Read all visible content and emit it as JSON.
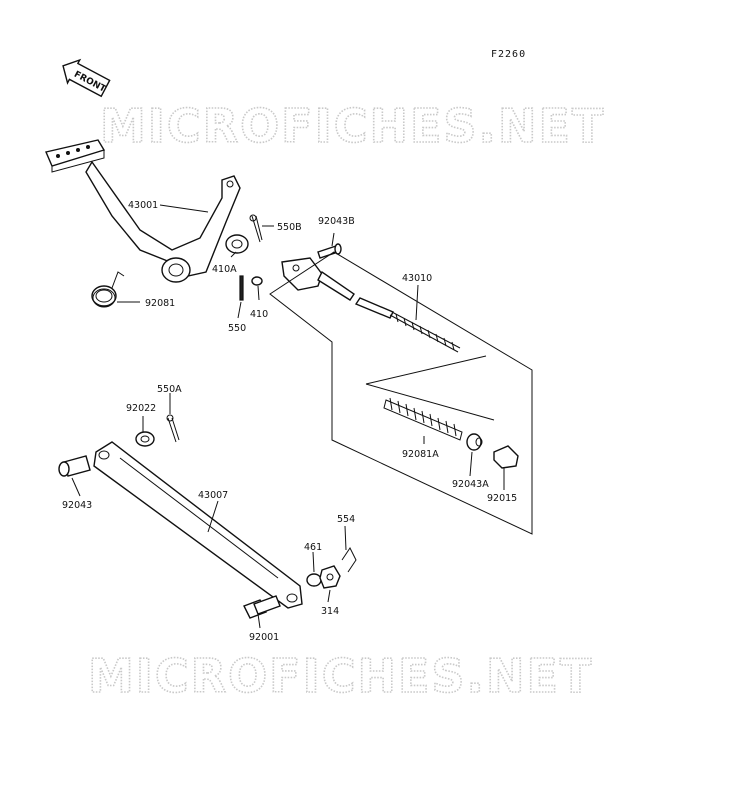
{
  "figure_code": "F2260",
  "front_arrow_text": "FRONT",
  "watermark": "MICROFICHES.NET",
  "labels": {
    "l43001": "43001",
    "l550B": "550B",
    "l92043B": "92043B",
    "l43010": "43010",
    "l410A": "410A",
    "l410": "410",
    "l550": "550",
    "l92081": "92081",
    "l550A": "550A",
    "l92022": "92022",
    "l92081A": "92081A",
    "l92043A": "92043A",
    "l92015": "92015",
    "l92043": "92043",
    "l43007": "43007",
    "l554": "554",
    "l461": "461",
    "l314": "314",
    "l92001": "92001"
  }
}
